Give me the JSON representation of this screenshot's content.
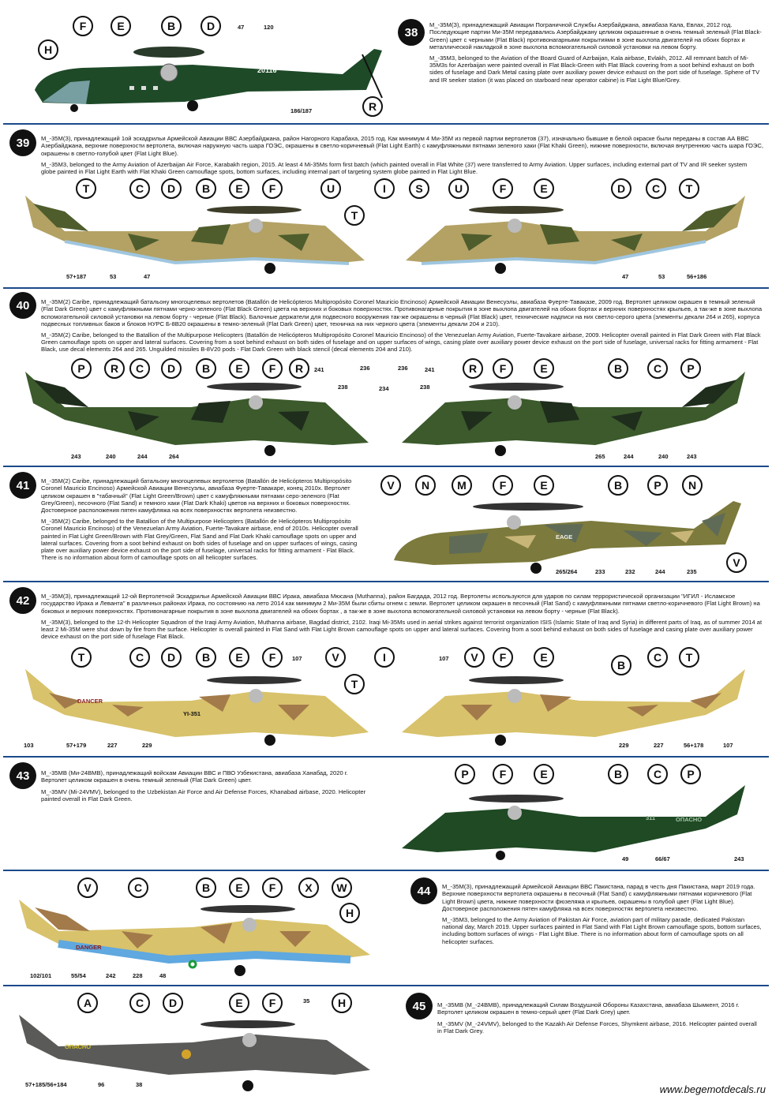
{
  "footer": {
    "url": "www.begemotdecals.ru"
  },
  "colors": {
    "border": "#1b4a8a",
    "dark_green": "#1f4a24",
    "black_green": "#1e2e1e",
    "khaki": "#7c7a3c",
    "sand": "#d8c26b",
    "light_brown": "#a37a4a",
    "light_blue": "#7fb7e6",
    "dark_grey": "#5a5a58",
    "grey_green": "#6b755e"
  },
  "sections": [
    {
      "number": "38",
      "text_ru": "М_-35М(З), принадлежащий Авиации Пограничной Службы Азербайджана, авиабаза Кала, Евлах, 2012 год. Последующие партии Ми-35М передавались Азербайджану целиком окрашенные в очень темный зеленый (Flat Black-Green) цвет с черными (Flat Black) противонагарными покрытиями в зоне выхлопа двигателей на обоих бортах и металлической накладкой в зоне выхлопа вспомогательной силовой установки на левом борту.",
      "text_en": "M_-35M3, belonged to the Aviation of the Board Guard of Azrbaijan, Kala airbase, Evlakh, 2012. All remnant batch of Mi-35M3s for Azerbaijan were painted overall in Flat Black-Green with Flat Black covering from a soot behind exhaust on both sides of fuselage and Dark Metal casing plate over auxiliary power device exhaust on the port side of fuselage. Sphere of TV and IR seeker station (it was placed on starboard near operator cabine) is Flat Light Blue/Grey.",
      "callouts": [
        "F",
        "E",
        "B",
        "D",
        "H",
        "R"
      ],
      "decal_numbers": [
        "47",
        "120",
        "186/187"
      ],
      "fuselage_code": "20116"
    },
    {
      "number": "39",
      "text_ru": "М_-35М(З), принадлежащий 1ой эскадрильи Армейской Авиации ВВС Азербайджана, район Нагорного Карабаха, 2015 год. Как минимум 4 Ми-35М из первой партии вертолетов (37), изначально бывшие в белой окраске были переданы в состав АА ВВС Азербайджана, верхние поверхности вертолета, включая наружную часть шара ГОЭС, окрашены в светло-коричневый (Flat Light Earth) с камуфляжными пятнами зеленого хаки (Flat Khaki Green), нижние поверхности, включая внутреннюю часть шара ГОЭС, окрашены в светло-голубой цвет (Flat Light Blue).",
      "text_en": "M_-35M3, belonged to the Army Aviation of Azerbaijan Air Force, Karabakh region, 2015. At least 4 Mi-35Ms form first batch (which painted overall in Flat White (37) were transferred to Army Aviation. Upper surfaces, including external part of TV and IR seeker system globe painted in Flat Light Earth with Flat Khaki Green camouflage spots, bottom surfaces, including internal part of targeting system globe painted in Flat Light Blue.",
      "callouts_left": [
        "T",
        "C",
        "D",
        "B",
        "E",
        "F",
        "U",
        "T"
      ],
      "callouts_right": [
        "I",
        "S",
        "U",
        "F",
        "E",
        "D",
        "C",
        "T"
      ],
      "decal_numbers_left": [
        "57+187",
        "53",
        "47"
      ],
      "decal_numbers_right": [
        "47",
        "53",
        "56+186"
      ]
    },
    {
      "number": "40",
      "text_ru": "М_-35М(2) Caribe, принадлежащий батальону многоцелевых вертолетов (Batallón de Helicópteros Multipropósito Coronel Mauricio Encinoso) Армейской Авиации Венесуэлы, авиабаза Фуерте-Таваказе, 2009 год. Вертолет целиком окрашен в темный зеленый (Flat Dark Green) цвет с камуфляжными пятнами черно-зеленого (Flat Black Green) цвета на верхних и боковых поверхностях. Противонагарные покрытия в зоне выхлопа двигателей на обоих бортах и верхних поверхностях крыльев, а так-же в зоне выхлопа вспомогательной силовой установки на левом борту - черные (Flat Black). Балочные держатели для подвесного вооружения так-же окрашены в черный (Flat Black) цвет, технические надписи на них светло-серого цвета (элементы декали 264 и 265), корпуса подвесных топливных баков и блоков НУРС Б-8В20 окрашены в темно-зеленый (Flat Dark Green) цвет, техничка на них черного цвета (элементы декали 204 и 210).",
      "text_en": "M_-35M(2) Caribe, belonged to the Batallion of the Multipurpose Helicopters (Batallón de Helicópteros Multipropósito Coronel Mauricio Encinoso) of the Venezuelan Army Aviation, Fuerte-Tavakare airbase, 2009. Helicopter overall painted in Flat Dark Green with Flat Black Green camouflage spots on upper and lateral surfaces. Covering from a soot behind exhaust on both sides of fuselage and on upper surfaces of wings, casing plate over auxiliary power device exhaust on the port side of fuselage, universal racks for fitting armament - Flat Black, use decal elements 264 and 265. Unguilded missiles B-8V20 pods - Flat Dark Green with black stencil (decal elements 204 and 210).",
      "callouts_left": [
        "P",
        "R",
        "C",
        "D",
        "B",
        "E",
        "F",
        "R"
      ],
      "callouts_right": [
        "R",
        "F",
        "E",
        "B",
        "C",
        "P"
      ],
      "decal_numbers_left": [
        "241",
        "236",
        "238",
        "234",
        "243",
        "240",
        "244",
        "264"
      ],
      "decal_numbers_right": [
        "236",
        "241",
        "238",
        "265",
        "244",
        "240",
        "243"
      ]
    },
    {
      "number": "41",
      "text_ru": "М_-35М(2) Caribe, принадлежащий батальону многоцелевых вертолетов (Batallón de Helicópteros Multipropósito Coronel Mauricio Encinoso) Армейской Авиации Венесуэлы, авиабаза Фуерте-Тавакаре, конец 2010х. Вертолет целиком окрашен в \"табачный\" (Flat Light Green/Brown) цвет с камуфляжными пятнами серо-зеленого (Flat Grey/Green), песочного (Flat Sand) и темного хаки (Flat Dark Khaki) цветов на верхних и боковых поверхностях. Достоверное расположения пятен камуфляжа на всех поверхностях вертолета неизвестно.",
      "text_en": "M_-35M(2) Caribe, belonged to the Batallion of the Multipurpose Helicopters (Batallón de Helicópteros Multipropósito Coronel Mauricio Encinoso) of the Venezuelan Army Aviation, Fuerte-Tavakare airbase, end of 2010s. Helicopter overall painted in Flat Light Green/Brown with Flat Grey/Green, Flat Sand and Flat Dark Khaki camouflage spots on upper and lateral surfaces. Covering from a soot behind exhaust on both sides of fuselage and on upper surfaces of wings, casing plate over auxiliary power device exhaust on the port side of fuselage, universal racks for fitting armament - Flat Black. There is no information about form of camouflage spots on all helicopter surfaces.",
      "callouts": [
        "V",
        "N",
        "M",
        "F",
        "E",
        "B",
        "P",
        "N",
        "V"
      ],
      "decal_numbers": [
        "265/264",
        "233",
        "232",
        "244",
        "235"
      ],
      "fuselage_code": "EAGE"
    },
    {
      "number": "42",
      "text_ru": "М_-35М(З), принадлежащий 12-ой Вертолетной Эскадрильи Армейской Авиации ВВС Ирака, авиабаза Мюсана (Muthanna), район Багдада, 2012 год. Вертолеты используются для ударов по силам террористической организации \"ИГИЛ - Исламское государство Ирака и Леванта\" в различных районах Ирака, по состоянию на лето 2014 как минимум 2 Ми-35М были сбиты огнем с земли. Вертолет целиком окрашен в песочный (Flat Sand) с камуфляжными пятнами светло-коричневого (Flat Light Brown) на боковых и верхних поверхностях. Противонагарные покрытия в зоне выхлопа двигателей на обоих бортах , а так-же в зоне выхлопа вспомогательной силовой установки на левом борту - черные (Flat Black).",
      "text_en": "M_-35M(3), belonged to the 12-th Helicopter Squadron of the Iraqi Army Aviation, Muthanna airbase, Bagdad district, 2102. Iraqi Mi-35Ms used in aerial strikes against terrorist organization ISIS (Islamic State of Iraq and Syria) in different parts of Iraq, as of summer 2014 at least 2 Mi-35M were shut down by fire from the surface. Helicopter is overall painted in Flat Sand with Flat Light Brown camouflage spots on upper and lateral surfaces. Covering from a soot behind exhaust on both sides of fuselage and casing plate over auxiliary power device exhaust on the port side of fuselage Flat Black.",
      "callouts_left": [
        "T",
        "C",
        "D",
        "B",
        "E",
        "F",
        "V",
        "T"
      ],
      "callouts_right": [
        "I",
        "V",
        "F",
        "E",
        "B",
        "C",
        "T"
      ],
      "decal_numbers_left": [
        "107",
        "103",
        "57+179",
        "227",
        "229"
      ],
      "decal_numbers_right": [
        "107",
        "229",
        "227",
        "56+178",
        "107"
      ],
      "fuselage_code": "YI-351",
      "tail_text": "DANCER"
    },
    {
      "number": "43",
      "text_ru": "М_-35МВ (Ми-24ВМВ), принадлежащий войскам Авиации ВВС и ПВО Узбекистана, авиабаза Ханабад, 2020 г. Вертолет целиком окрашен в очень темный зеленый (Flat Dark Green) цвет.",
      "text_en": "M_-35MV (Mi-24VMV), belonged to the Uzbekistan Air Force and Air Defense Forces, Khanabad airbase, 2020. Helicopter painted overall in Flat Dark Green.",
      "callouts": [
        "P",
        "F",
        "E",
        "B",
        "C",
        "P"
      ],
      "decal_numbers": [
        "49",
        "66/67",
        "243"
      ],
      "fuselage_code": "311",
      "tail_text": "ОПАСНО"
    },
    {
      "number": "44",
      "text_ru": "М_-35М(З), принадлежащий Армейской Авиации ВВС Пакистана, парад в честь дня Пакистана, март 2019 года. Верхние поверхности вертолета окрашены в песочный (Flat Sand) с камуфляжными пятнами коричневого (Flat Light Brown) цвета, нижние поверхности фюзеляжа и крыльев, окрашены в голубой цвет (Flat Light Blue). Достоверное расположения пятен камуфляжа на всех поверхностях вертолета неизвестно.",
      "text_en": "M_-35M3, belonged to the Army Aviation of Pakistan Air Force, aviation part of military parade, dedicated Pakistan national day, March 2019. Upper surfaces painted in Flat Sand with Flat Light Brown camouflage spots, bottom surfaces, including bottom surfaces of wings - Flat Light Blue. There is no information about form of camouflage spots on all helicopter surfaces.",
      "callouts": [
        "V",
        "C",
        "B",
        "E",
        "F",
        "X",
        "W",
        "H"
      ],
      "decal_numbers": [
        "102/101",
        "55/54",
        "242",
        "228",
        "48"
      ],
      "tail_text": "DANGER"
    },
    {
      "number": "45",
      "text_ru": "М_-35МВ (М_-24ВМВ), принадлежащий Силам Воздушной Обороны Казахстана, авиабаза Шымкент, 2016 г. Вертолет целиком окрашен в темно-серый цвет (Flat Dark Grey) цвет.",
      "text_en": "M_-35MV (M_-24VMV), belonged to the Kazakh Air Defense Forces, Shymkent airbase, 2016. Helicopter painted overall in Flat Dark Grey.",
      "callouts": [
        "A",
        "C",
        "D",
        "E",
        "F",
        "H"
      ],
      "decal_numbers": [
        "35",
        "57+185/56+184",
        "96",
        "38"
      ],
      "tail_text": "ОПАСНО"
    }
  ]
}
